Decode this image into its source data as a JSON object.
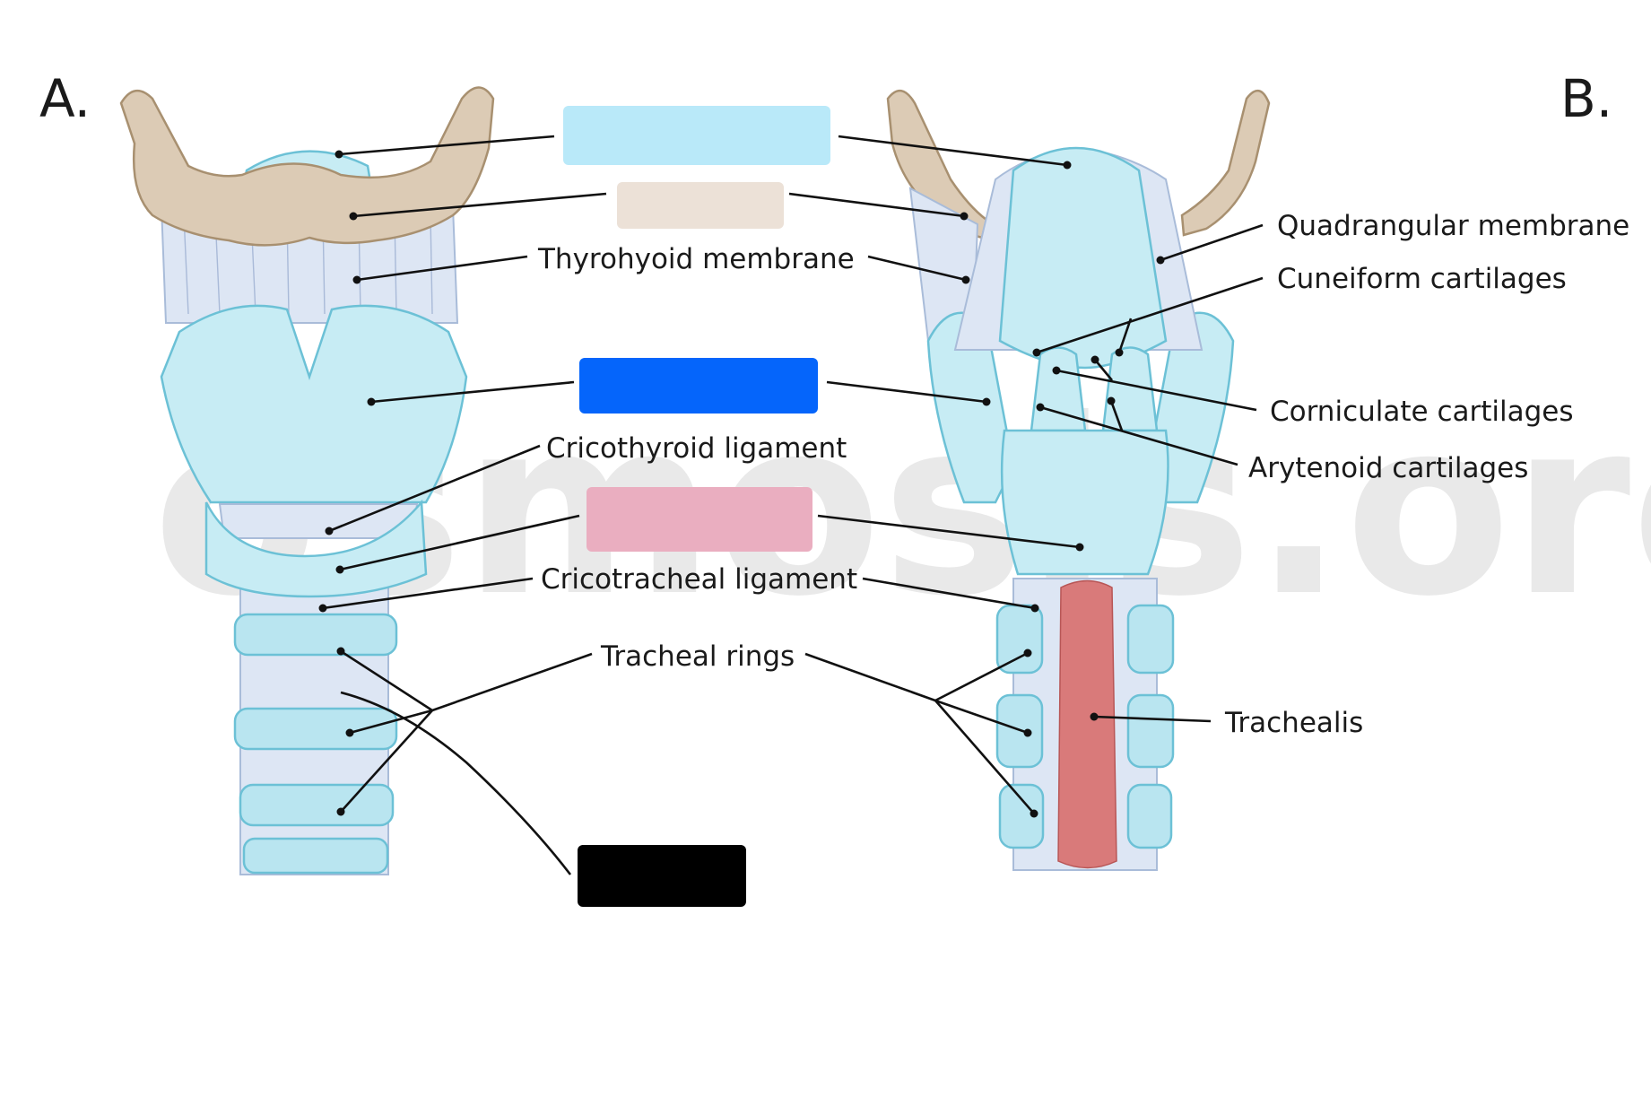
{
  "panels": {
    "a": "A.",
    "b": "B."
  },
  "watermark": "osmosis.org",
  "labels": {
    "thyrohyoid_membrane": "Thyrohyoid membrane",
    "cricothyroid_ligament": "Cricothyroid ligament",
    "cricotracheal_ligament": "Cricotracheal ligament",
    "tracheal_rings": "Tracheal rings",
    "quadrangular_membrane": "Quadrangular membrane",
    "cuneiform_cartilages": "Cuneiform cartilages",
    "corniculate_cartilages": "Corniculate cartilages",
    "arytenoid_cartilages": "Arytenoid cartilages",
    "trachealis": "Trachealis"
  },
  "hidden_label_boxes": [
    {
      "id": "box-1",
      "color": "#b9e9f9"
    },
    {
      "id": "box-2",
      "color": "#ece1d7"
    },
    {
      "id": "box-3",
      "color": "#0565fb"
    },
    {
      "id": "box-4",
      "color": "#eaaec0"
    },
    {
      "id": "box-5",
      "color": "#000000"
    }
  ],
  "colors": {
    "cartilage": "#c7ecf4",
    "hyoid_bone": "#dccbb5",
    "membrane": "#dde6f4",
    "trachealis_muscle": "#d97a7a"
  }
}
